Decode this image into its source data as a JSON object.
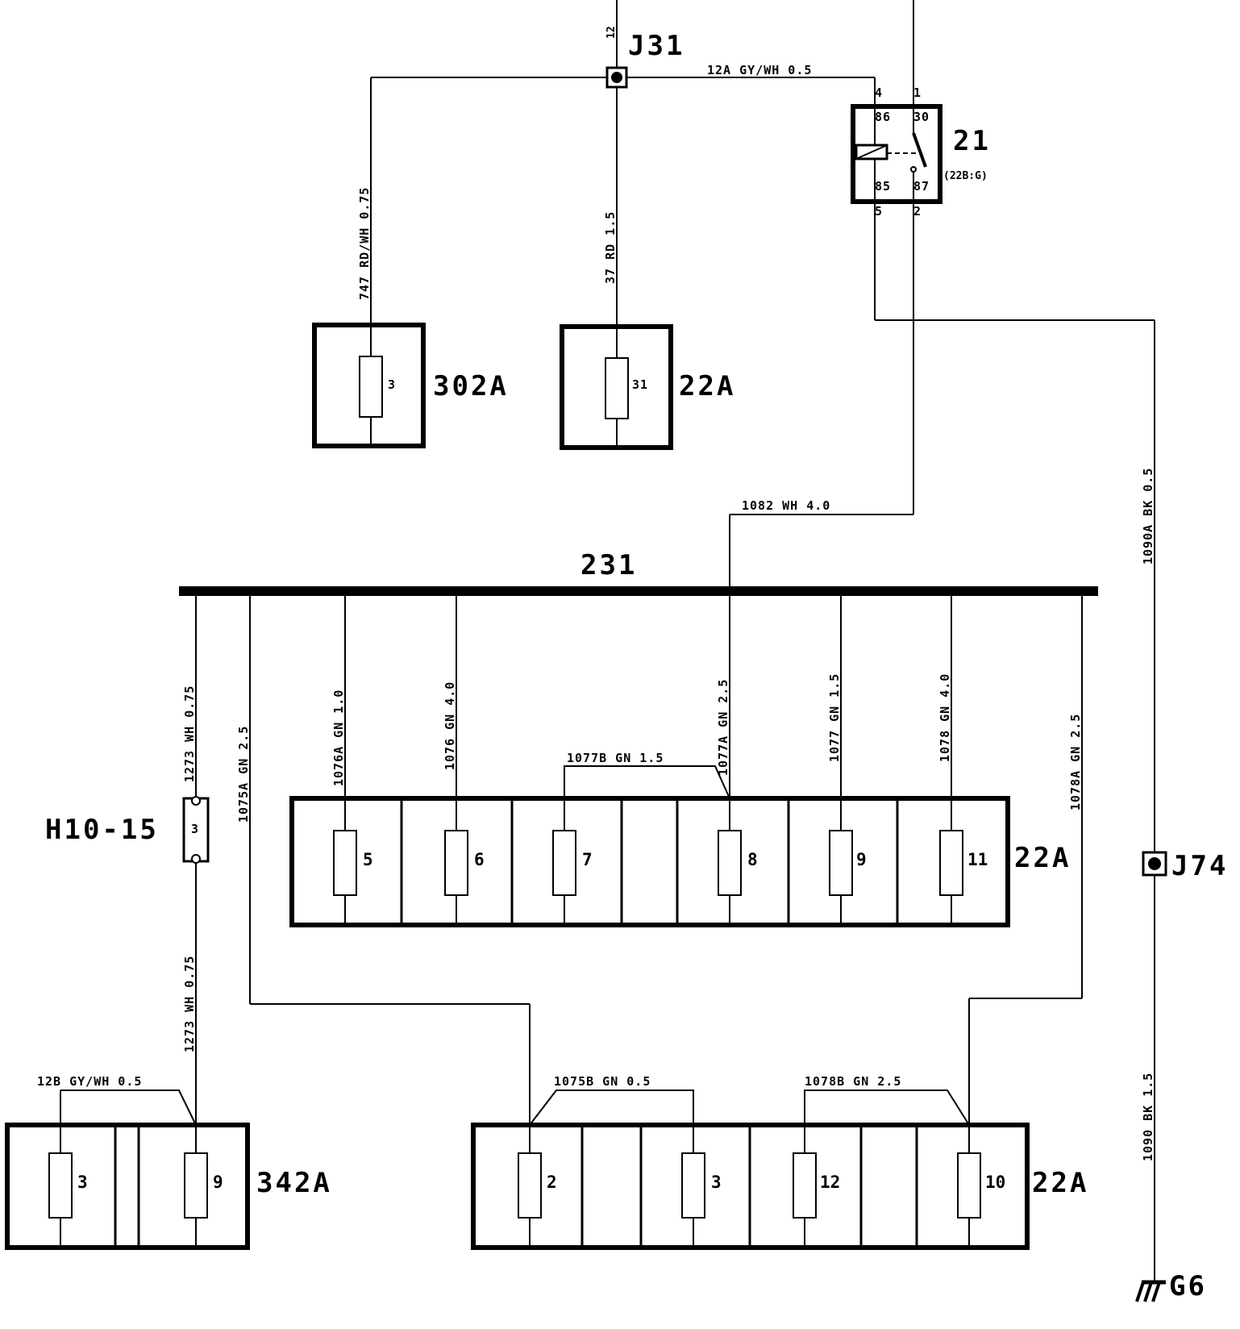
{
  "components": {
    "j31": "J31",
    "j74": "J74",
    "relay": "21",
    "relay_ref": "(22B:G)",
    "bus": "231",
    "h10": "H10-15",
    "h10_pin": "3",
    "ground": "G6",
    "fb_302a": "302A",
    "fb_22a": "22A",
    "fb_342a": "342A"
  },
  "relay_pins": {
    "p4": "4",
    "p1": "1",
    "p5": "5",
    "p2": "2",
    "t86": "86",
    "t30": "30",
    "t85": "85",
    "t87": "87"
  },
  "fuses": {
    "f302a_3": "3",
    "f22a_31": "31",
    "f5": "5",
    "f6": "6",
    "f7": "7",
    "f8": "8",
    "f9": "9",
    "f11": "11",
    "f342_3": "3",
    "f342_9": "9",
    "f2": "2",
    "f3": "3",
    "f12": "12",
    "f10": "10"
  },
  "wires": {
    "j31_pin": "12",
    "w12a": "12A  GY/WH  0.5",
    "w747": "747   RD/WH   0.75",
    "w37": "37   RD   1.5",
    "w1082": "1082  WH  4.0",
    "w1090a": "1090A   BK   0.5",
    "w1090": "1090   BK   1.5",
    "w1273a": "1273   WH   0.75",
    "w1273b": "1273   WH   0.75",
    "w1075a": "1075A   GN   2.5",
    "w1076a": "1076A   GN   1.0",
    "w1076": "1076   GN   4.0",
    "w1077a": "1077A   GN   2.5",
    "w1077": "1077   GN   1.5",
    "w1078": "1078   GN   4.0",
    "w1078a": "1078A   GN   2.5",
    "w1077b": "1077B  GN  1.5",
    "w12b": "12B GY/WH 0.5",
    "w1075b": "1075B  GN  0.5",
    "w1078b": "1078B  GN  2.5"
  }
}
